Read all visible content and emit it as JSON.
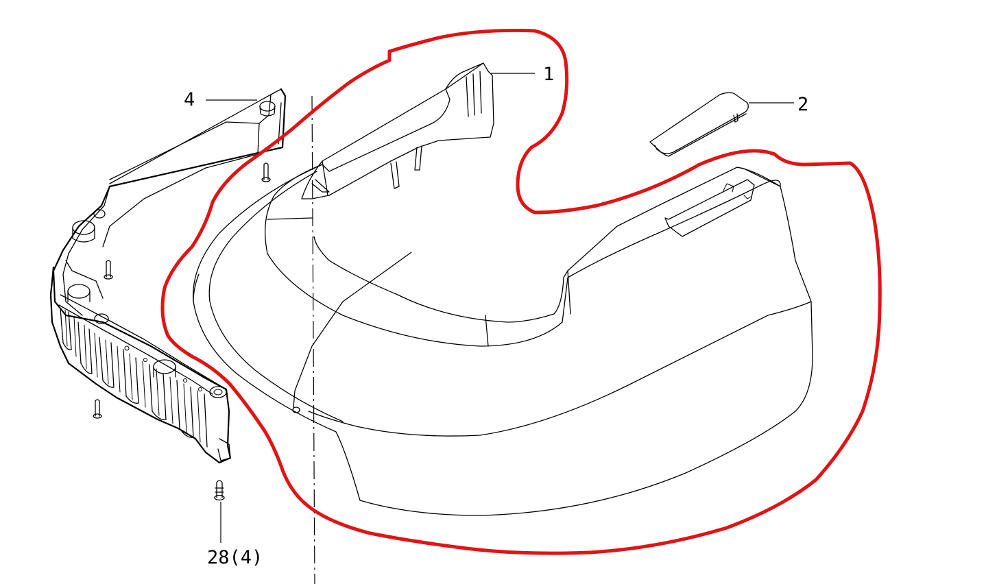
{
  "callouts": [
    {
      "id": "1",
      "label": "1"
    },
    {
      "id": "2",
      "label": "2"
    },
    {
      "id": "4",
      "label": "4"
    },
    {
      "id": "28",
      "label": "28(4)"
    }
  ],
  "colors": {
    "line": "#000000",
    "highlight": "#e01414",
    "background": "#ffffff"
  }
}
